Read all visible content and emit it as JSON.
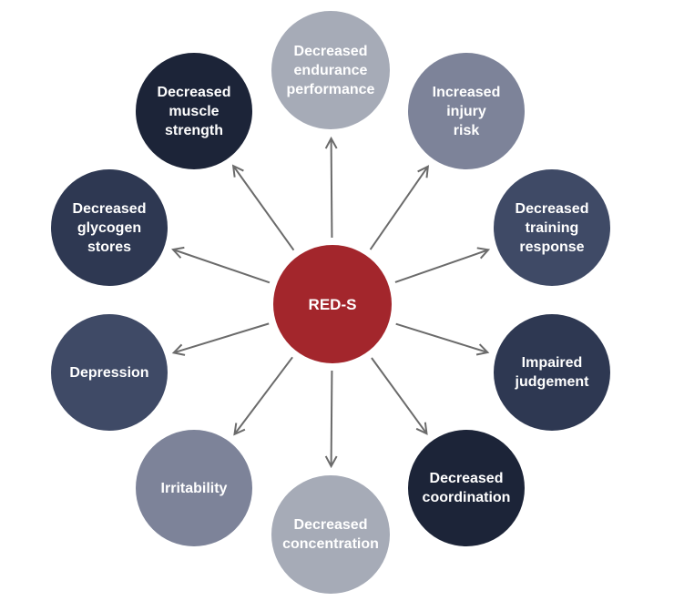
{
  "center": {
    "label": "RED-S",
    "color": "#a3262c"
  },
  "nodes": [
    {
      "id": "decreased-endurance-performance",
      "label": "Decreased\nendurance\nperformance",
      "color": "#a6abb7"
    },
    {
      "id": "increased-injury-risk",
      "label": "Increased\ninjury\nrisk",
      "color": "#7d8399"
    },
    {
      "id": "decreased-training-response",
      "label": "Decreased\ntraining\nresponse",
      "color": "#3f4a66"
    },
    {
      "id": "impaired-judgement",
      "label": "Impaired\njudgement",
      "color": "#2e3852"
    },
    {
      "id": "decreased-coordination",
      "label": "Decreased\ncoordination",
      "color": "#1c2438"
    },
    {
      "id": "decreased-concentration",
      "label": "Decreased\nconcentration",
      "color": "#a6abb7"
    },
    {
      "id": "irritability",
      "label": "Irritability",
      "color": "#7d8399"
    },
    {
      "id": "depression",
      "label": "Depression",
      "color": "#3f4a66"
    },
    {
      "id": "decreased-glycogen-stores",
      "label": "Decreased\nglycogen\nstores",
      "color": "#2e3852"
    },
    {
      "id": "decreased-muscle-strength",
      "label": "Decreased\nmuscle\nstrength",
      "color": "#1c2438"
    }
  ],
  "arrow_color": "#6b6b6b"
}
